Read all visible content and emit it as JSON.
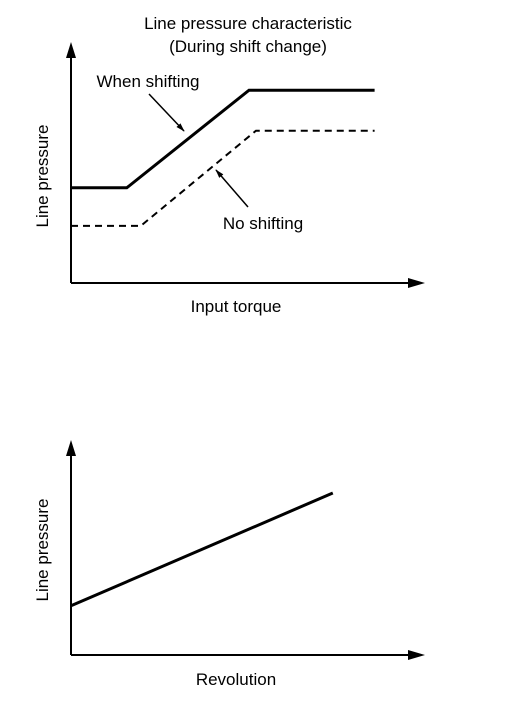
{
  "chart_data": [
    {
      "type": "line",
      "title": "Line pressure characteristic",
      "subtitle": "(During shift change)",
      "xlabel": "Input torque",
      "ylabel": "Line pressure",
      "xlim": [
        0,
        100
      ],
      "ylim": [
        0,
        100
      ],
      "grid": false,
      "legend": "none",
      "series": [
        {
          "name": "When shifting",
          "style": "solid",
          "x": [
            0,
            16,
            51,
            87
          ],
          "y": [
            40,
            40,
            81,
            81
          ]
        },
        {
          "name": "No shifting",
          "style": "dashed",
          "x": [
            0,
            20,
            53,
            87
          ],
          "y": [
            24,
            24,
            64,
            64
          ]
        }
      ]
    },
    {
      "type": "line",
      "title": "",
      "xlabel": "Revolution",
      "ylabel": "Line pressure",
      "xlim": [
        0,
        100
      ],
      "ylim": [
        0,
        100
      ],
      "grid": false,
      "legend": "none",
      "series": [
        {
          "style": "solid",
          "x": [
            0,
            75
          ],
          "y": [
            24,
            79
          ]
        }
      ]
    }
  ]
}
